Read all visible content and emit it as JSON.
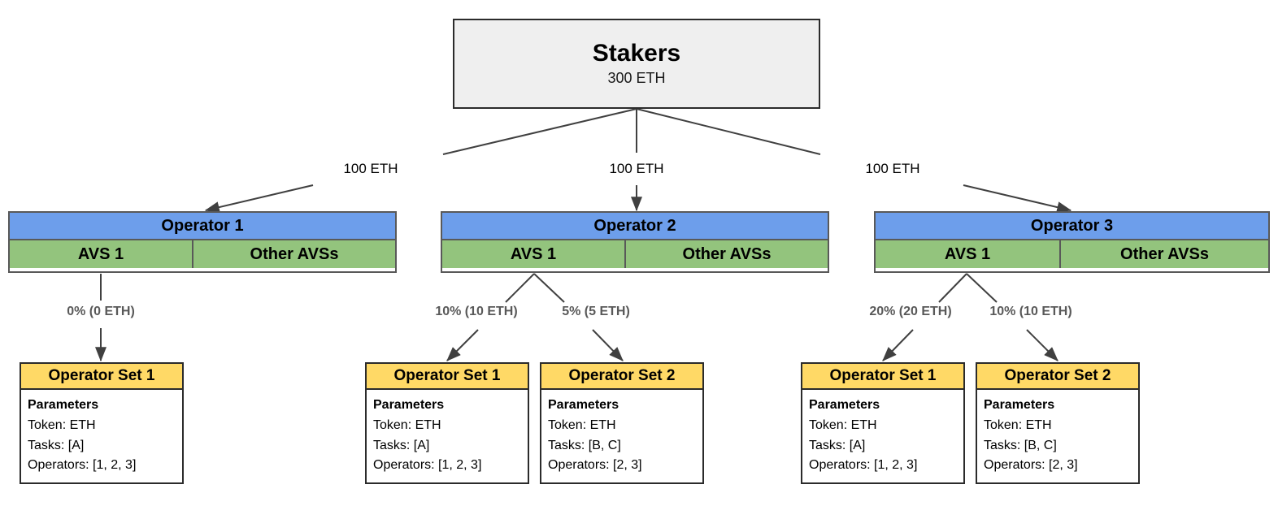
{
  "diagram": {
    "root": {
      "title": "Stakers",
      "amount": "300 ETH"
    },
    "delegation_labels": [
      {
        "text": "100 ETH"
      },
      {
        "text": "100 ETH"
      },
      {
        "text": "100 ETH"
      }
    ],
    "operators": [
      {
        "name": "Operator 1",
        "avs_primary": "AVS 1",
        "avs_other": "Other AVSs"
      },
      {
        "name": "Operator 2",
        "avs_primary": "AVS 1",
        "avs_other": "Other AVSs"
      },
      {
        "name": "Operator 3",
        "avs_primary": "AVS 1",
        "avs_other": "Other AVSs"
      }
    ],
    "allocation_labels": [
      {
        "text": "0% (0 ETH)"
      },
      {
        "text": "10% (10 ETH)"
      },
      {
        "text": "5% (5 ETH)"
      },
      {
        "text": "20% (20 ETH)"
      },
      {
        "text": "10% (10 ETH)"
      }
    ],
    "operator_sets": [
      {
        "title": "Operator Set 1",
        "params_heading": "Parameters",
        "token": "Token: ETH",
        "tasks": "Tasks: [A]",
        "operators": "Operators: [1, 2, 3]"
      },
      {
        "title": "Operator Set 1",
        "params_heading": "Parameters",
        "token": "Token: ETH",
        "tasks": "Tasks: [A]",
        "operators": "Operators: [1, 2, 3]"
      },
      {
        "title": "Operator Set 2",
        "params_heading": "Parameters",
        "token": "Token: ETH",
        "tasks": "Tasks: [B, C]",
        "operators": "Operators: [2, 3]"
      },
      {
        "title": "Operator Set 1",
        "params_heading": "Parameters",
        "token": "Token: ETH",
        "tasks": "Tasks: [A]",
        "operators": "Operators: [1, 2, 3]"
      },
      {
        "title": "Operator Set 2",
        "params_heading": "Parameters",
        "token": "Token: ETH",
        "tasks": "Tasks: [B, C]",
        "operators": "Operators: [2, 3]"
      }
    ],
    "colors": {
      "root_fill": "#efefef",
      "operator_header": "#6d9eeb",
      "avs_fill": "#93c47d",
      "opset_header": "#ffd966",
      "edge_stroke": "#404040",
      "label_gray": "#595959"
    }
  }
}
